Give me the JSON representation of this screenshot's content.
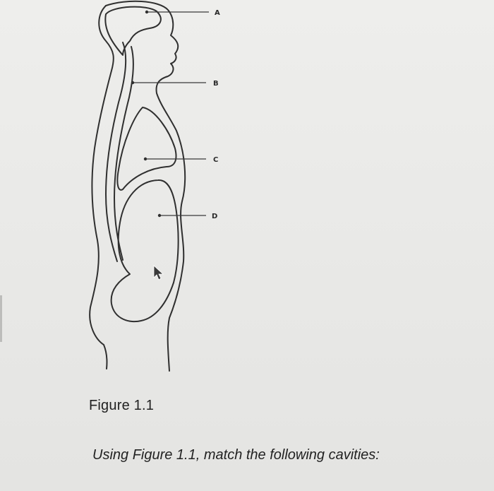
{
  "figure": {
    "labels": {
      "a": "A",
      "b": "B",
      "c": "C",
      "d": "D"
    },
    "caption": "Figure 1.1",
    "question": "Using Figure 1.1, match the following cavities:"
  },
  "colors": {
    "background": "#eeeeec",
    "line": "#2f2f2f",
    "text": "#222222"
  }
}
